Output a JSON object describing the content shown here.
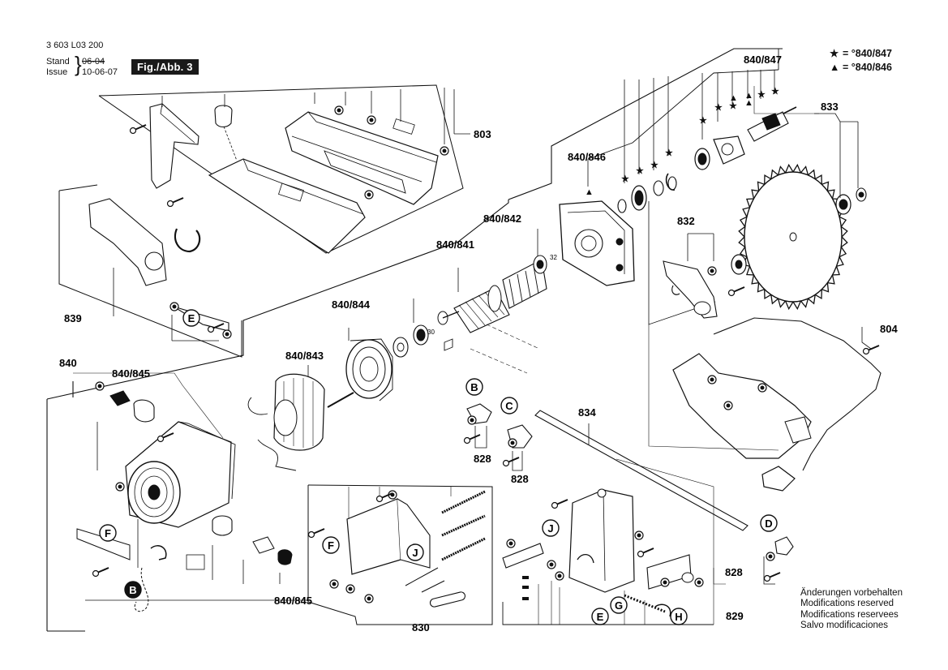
{
  "header": {
    "doc_number": "3 603 L03 200",
    "stand_label": "Stand",
    "issue_label": "Issue",
    "stand_old": "06-04",
    "issue_date": "10-06-07",
    "figure_badge": "Fig./Abb. 3"
  },
  "legend": {
    "star_symbol": "★",
    "star_text": "= °840/847",
    "triangle_symbol": "▲",
    "triangle_text": "= °840/846"
  },
  "part_labels": {
    "p803": "803",
    "p804": "804",
    "p828a": "828",
    "p828b": "828",
    "p828c": "828",
    "p829": "829",
    "p830": "830",
    "p832": "832",
    "p833": "833",
    "p834": "834",
    "p839": "839",
    "p840": "840",
    "p840_841": "840/841",
    "p840_842": "840/842",
    "p840_843": "840/843",
    "p840_844": "840/844",
    "p840_845a": "840/845",
    "p840_845b": "840/845",
    "p840_846": "840/846",
    "p840_847": "840/847"
  },
  "callouts": {
    "B1": "B",
    "B2": "B",
    "C": "C",
    "D": "D",
    "E1": "E",
    "E2": "E",
    "F1": "F",
    "F2": "F",
    "G": "G",
    "H": "H",
    "J1": "J",
    "J2": "J"
  },
  "inline_numbers": {
    "n30": "30",
    "n32": "32"
  },
  "notes": [
    "Änderungen vorbehalten",
    "Modifications reserved",
    "Modifications reservees",
    "Salvo modificaciones"
  ]
}
